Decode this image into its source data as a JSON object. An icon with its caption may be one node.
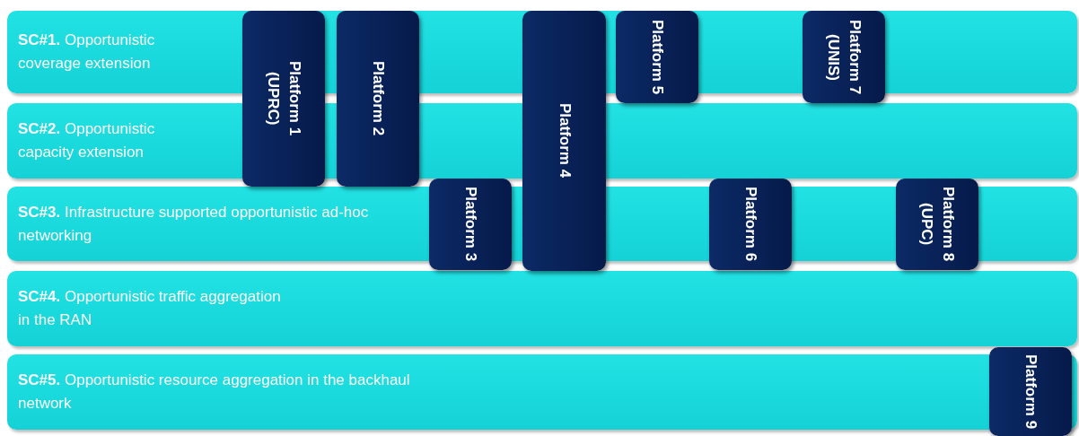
{
  "diagram": {
    "nodes": [
      {
        "text": [
          "**SC#1.** Opportunistic coverage extension"
        ]
      },
      {
        "text": [
          "**SC#2.** Opportunistic capacity extension"
        ]
      },
      {
        "text": [
          "**SC#3.** Infrastructure supported opportunistic ad-hoc networking"
        ]
      },
      {
        "text": [
          "**SC#4.** Opportunistic traffic aggregation in the RAN"
        ]
      },
      {
        "text": [
          "**SC#5.** Opportunistic resource aggregation in the backhaul network"
        ]
      },
      {
        "text": [
          "Platform 1",
          "(UPRC)"
        ]
      },
      {
        "text": [
          "Platform 2"
        ]
      },
      {
        "text": [
          "Platform 3"
        ]
      },
      {
        "text": [
          "Platform 4"
        ]
      },
      {
        "text": [
          "Platform 5"
        ]
      },
      {
        "text": [
          "Platform 6"
        ]
      },
      {
        "text": [
          "Platform 7",
          "(UNIS)"
        ]
      },
      {
        "text": [
          "Platform 8",
          "(UPC)"
        ]
      },
      {
        "text": [
          "Platform 9"
        ]
      }
    ]
  }
}
